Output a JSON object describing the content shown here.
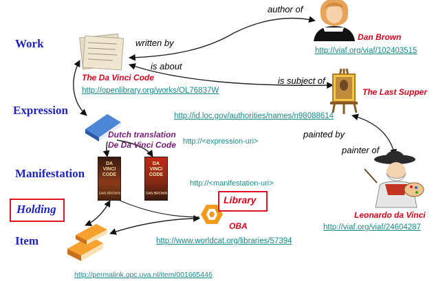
{
  "levels": {
    "work": "Work",
    "expression": "Expression",
    "manifestation": "Manifestation",
    "holding": "Holding",
    "item": "Item"
  },
  "relations": {
    "author_of": "author of",
    "written_by": "written by",
    "is_about": "is about",
    "is_subject_of": "is subject of",
    "painted_by": "painted by",
    "painter_of": "painter of"
  },
  "nodes": {
    "author": {
      "name": "Dan Brown",
      "url": "http://viaf.org/viaf/102403515",
      "icon": "person-icon"
    },
    "work": {
      "name": "The Da Vinci Code",
      "url": "http://openlibrary.org/works/OL76837W",
      "icon": "manuscript-icon"
    },
    "painting": {
      "name": "The Last Supper",
      "url": "http://id.loc.gov/authorities/names/n98088614",
      "icon": "easel-painting-icon"
    },
    "expression": {
      "line1": "Dutch translation",
      "line2": "De Da Vinci Code",
      "uri": "http://<expression-uri>",
      "icon": "book-icon"
    },
    "manifestation": {
      "uri": "http://<manifestation-uri>",
      "cover1_title": "DA VINCI CODE",
      "cover1_author": "DAN BROWN",
      "cover2_title": "DA VINCI CODE",
      "cover2_author": "DAN BROWN"
    },
    "painter": {
      "name": "Leonardo da Vinci",
      "url": "http://viaf.org/viaf/24604287",
      "icon": "painter-icon"
    },
    "library": {
      "label": "Library",
      "name": "OBA",
      "url": "http://www.worldcat.org/libraries/57394",
      "icon": "library-logo-icon"
    },
    "item": {
      "url": "http://permalink.opc.uva.nl/item/001665446",
      "icon": "books-stack-icon"
    }
  },
  "colors": {
    "level": "#1f22c8",
    "name": "#e0001a",
    "url": "#138a8a",
    "translation": "#7a1a78",
    "highlight_box": "#e01020"
  }
}
